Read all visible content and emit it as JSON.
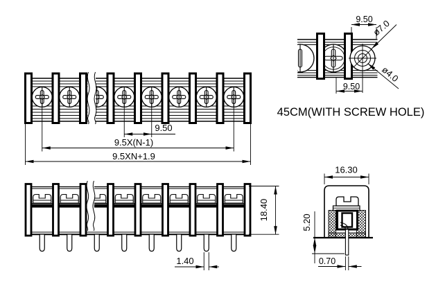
{
  "colors": {
    "background": "#ffffff",
    "line": "#000000"
  },
  "caption": "45CM(WITH SCREW HOLE)",
  "labels": {
    "front": {
      "pitch": "9.50",
      "span": "9.5X(N-1)",
      "overall": "9.5XN+1.9"
    },
    "top": {
      "pitch_top": "9.50",
      "pitch_bottom": "9.50",
      "hole_outer": "ø7.0",
      "hole_inner": "ø4.0"
    },
    "side": {
      "height": "18.40",
      "pin_width": "1.40"
    },
    "section": {
      "width": "16.30",
      "pin_length": "5.20",
      "pin_thickness": "0.70"
    }
  }
}
